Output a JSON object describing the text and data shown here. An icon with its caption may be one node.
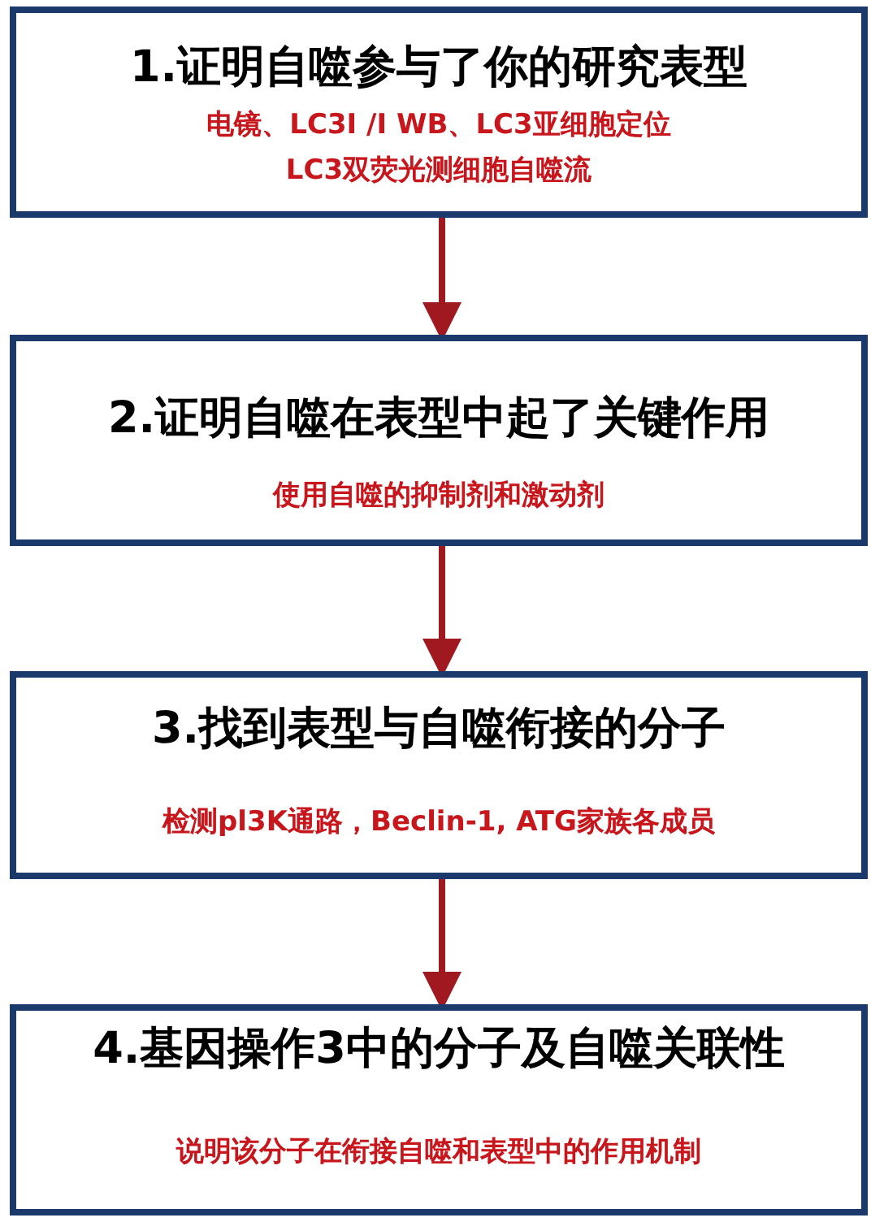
{
  "diagram": {
    "nodes": [
      {
        "text": [
          "1.证明自噬参与了你的研究表型",
          "电镜、LC3I /I WB、LC3亚细胞定位",
          "LC3双荧光测细胞自噬流"
        ]
      },
      {
        "text": [
          "2.证明自噬在表型中起了关键作用",
          "使用自噬的抑制剂和激动剂"
        ]
      },
      {
        "text": [
          "3.找到表型与自噬衔接的分子",
          "检测pl3K通路，Beclin-1, ATG家族各成员"
        ]
      },
      {
        "text": [
          "4.基因操作3中的分子及自噬关联性",
          "说明该分子在衔接自噬和表型中的作用机制"
        ]
      }
    ],
    "edges": [
      {
        "from": 0,
        "to": 1,
        "arrow": "to"
      },
      {
        "from": 1,
        "to": 2,
        "arrow": "to"
      },
      {
        "from": 2,
        "to": 3,
        "arrow": "to"
      }
    ]
  }
}
